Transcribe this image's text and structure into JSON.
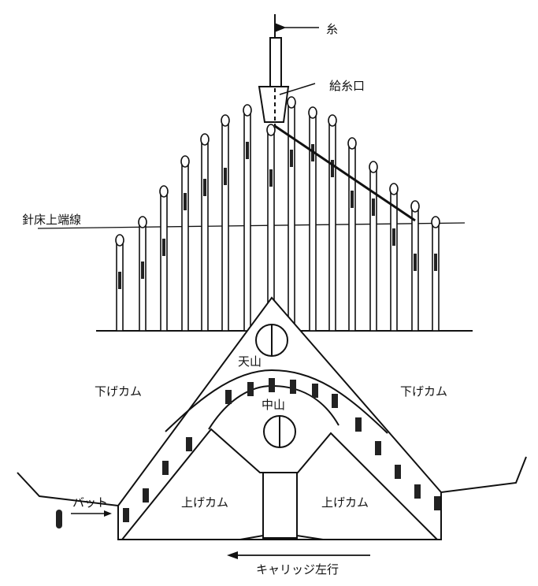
{
  "labels": {
    "yarn": "糸",
    "yarn_feeder": "給糸口",
    "needle_bed_top_line": "針床上端線",
    "top_cam": "天山",
    "lowering_cam_left": "下げカム",
    "lowering_cam_right": "下げカム",
    "center_cam": "中山",
    "raising_cam_left": "上げカム",
    "raising_cam_right": "上げカム",
    "butt": "バット",
    "carriage_direction": "キャリッジ左行"
  },
  "colors": {
    "ink": "#111111",
    "background": "#ffffff"
  }
}
